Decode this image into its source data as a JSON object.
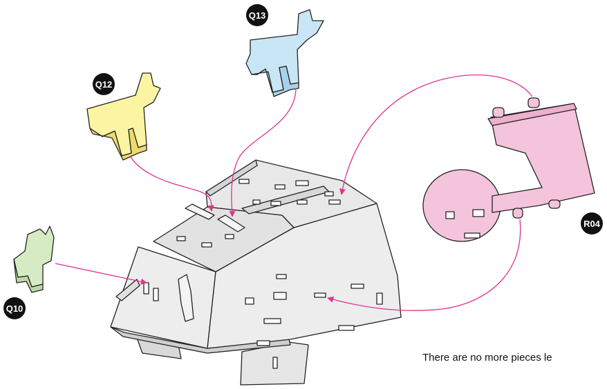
{
  "pieces": [
    {
      "id": "q10",
      "label": "Q10",
      "color": "#d6ebc4"
    },
    {
      "id": "q12",
      "label": "Q12",
      "color": "#fbf4a2"
    },
    {
      "id": "q13",
      "label": "Q13",
      "color": "#c8e6f5"
    },
    {
      "id": "r04",
      "label": "R04",
      "color": "#f4c3dc"
    }
  ],
  "base_color": "#ececec",
  "arrow_color": "#e0338a",
  "note": "There are no more pieces le"
}
